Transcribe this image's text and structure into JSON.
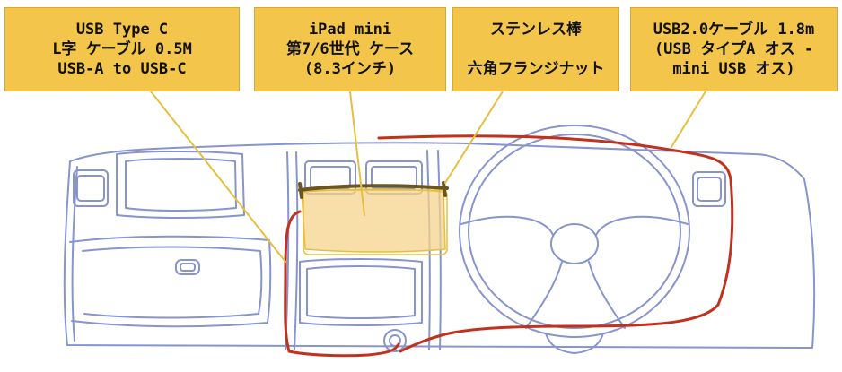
{
  "labels": {
    "usbc": {
      "line1": "USB Type C",
      "line2": "L字 ケーブル 0.5M",
      "line3": "USB-A to USB-C"
    },
    "ipad": {
      "line1": "iPad mini",
      "line2": "第7/6世代 ケース",
      "line3": "(8.3インチ)"
    },
    "rod": {
      "line1": "ステンレス棒",
      "line2": "六角フランジナット"
    },
    "usb20": {
      "line1": "USB2.0ケーブル 1.8m",
      "line2": "(USB タイプA オス -",
      "line3": "mini USB オス)"
    }
  },
  "colors": {
    "label_fill": "#f3c54a",
    "sketch_line": "#8894cc",
    "cable_red": "#c0321e",
    "ipad_fill": "#f6d38b",
    "rod_brown": "#6b5523",
    "leader_line": "#e7bf3e"
  }
}
